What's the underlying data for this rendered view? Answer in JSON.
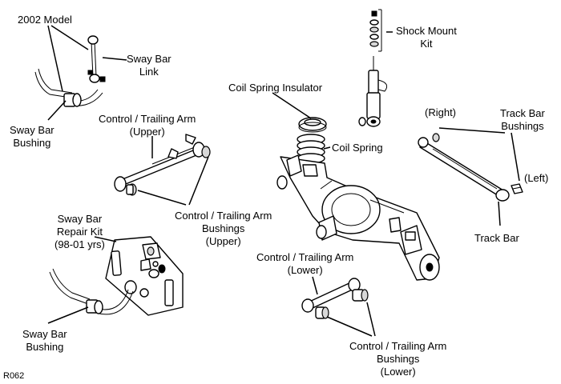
{
  "labels": {
    "model_2002": "2002 Model",
    "sway_bar_link": [
      "Sway Bar",
      "Link"
    ],
    "sway_bar_bushing_top": [
      "Sway Bar",
      "Bushing"
    ],
    "control_arm_upper": [
      "Control / Trailing Arm",
      "(Upper)"
    ],
    "control_arm_bushings_upper": [
      "Control / Trailing Arm",
      "Bushings",
      "(Upper)"
    ],
    "sway_bar_repair_kit": [
      "Sway Bar",
      "Repair Kit",
      "(98-01 yrs)"
    ],
    "sway_bar_bushing_bottom": [
      "Sway Bar",
      "Bushing"
    ],
    "coil_spring_insulator": "Coil Spring Insulator",
    "coil_spring": "Coil Spring",
    "shock_mount_kit": [
      "Shock Mount",
      "Kit"
    ],
    "right": "(Right)",
    "track_bar_bushings": [
      "Track Bar",
      "Bushings"
    ],
    "left": "(Left)",
    "track_bar": "Track Bar",
    "control_arm_lower": [
      "Control / Trailing Arm",
      "(Lower)"
    ],
    "control_arm_bushings_lower": [
      "Control / Trailing Arm",
      "Bushings",
      "(Lower)"
    ],
    "diagram_code": "R062"
  }
}
